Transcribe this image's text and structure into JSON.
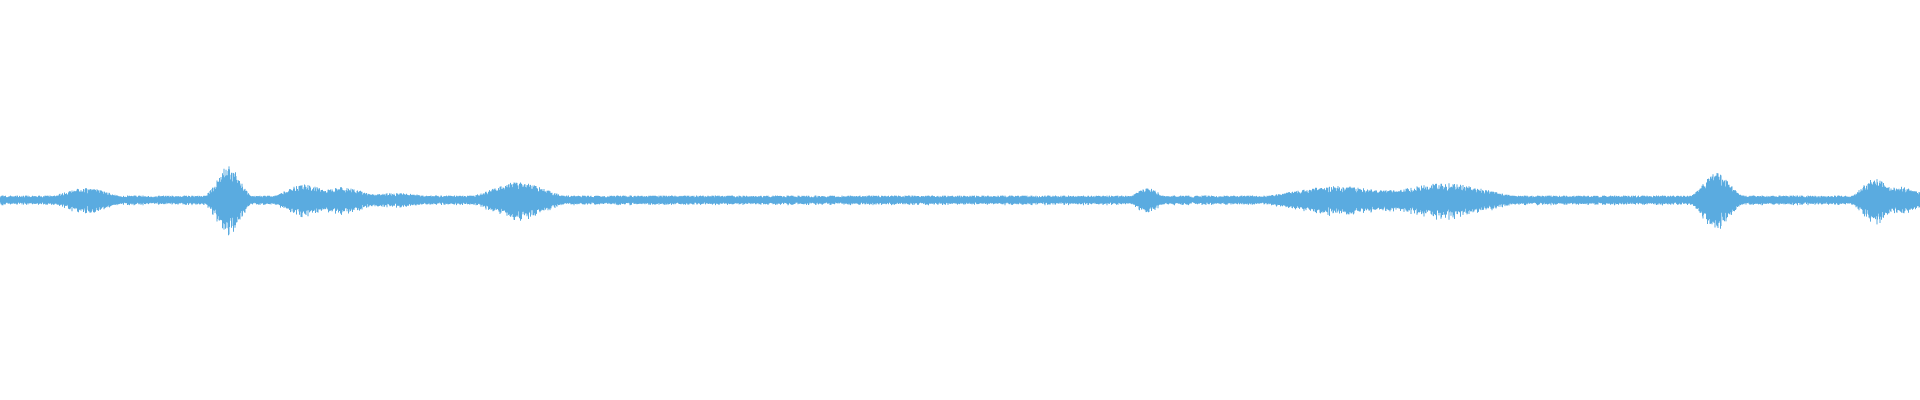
{
  "waveform": {
    "color": "#5aabe0",
    "background": "#ffffff",
    "duration_fraction_unit": "normalized",
    "baseline_amplitude": 0.045,
    "bursts": [
      {
        "center": 0.045,
        "width": 0.012,
        "amplitude": 0.12
      },
      {
        "center": 0.111,
        "width": 0.003,
        "amplitude": 0.07
      },
      {
        "center": 0.119,
        "width": 0.006,
        "amplitude": 0.34
      },
      {
        "center": 0.159,
        "width": 0.01,
        "amplitude": 0.16
      },
      {
        "center": 0.178,
        "width": 0.012,
        "amplitude": 0.13
      },
      {
        "center": 0.205,
        "width": 0.018,
        "amplitude": 0.07
      },
      {
        "center": 0.27,
        "width": 0.014,
        "amplitude": 0.18
      },
      {
        "center": 0.598,
        "width": 0.006,
        "amplitude": 0.12
      },
      {
        "center": 0.697,
        "width": 0.024,
        "amplitude": 0.14
      },
      {
        "center": 0.722,
        "width": 0.018,
        "amplitude": 0.1
      },
      {
        "center": 0.752,
        "width": 0.022,
        "amplitude": 0.17
      },
      {
        "center": 0.894,
        "width": 0.007,
        "amplitude": 0.27
      },
      {
        "center": 0.977,
        "width": 0.007,
        "amplitude": 0.22
      },
      {
        "center": 0.987,
        "width": 0.012,
        "amplitude": 0.14
      }
    ]
  }
}
